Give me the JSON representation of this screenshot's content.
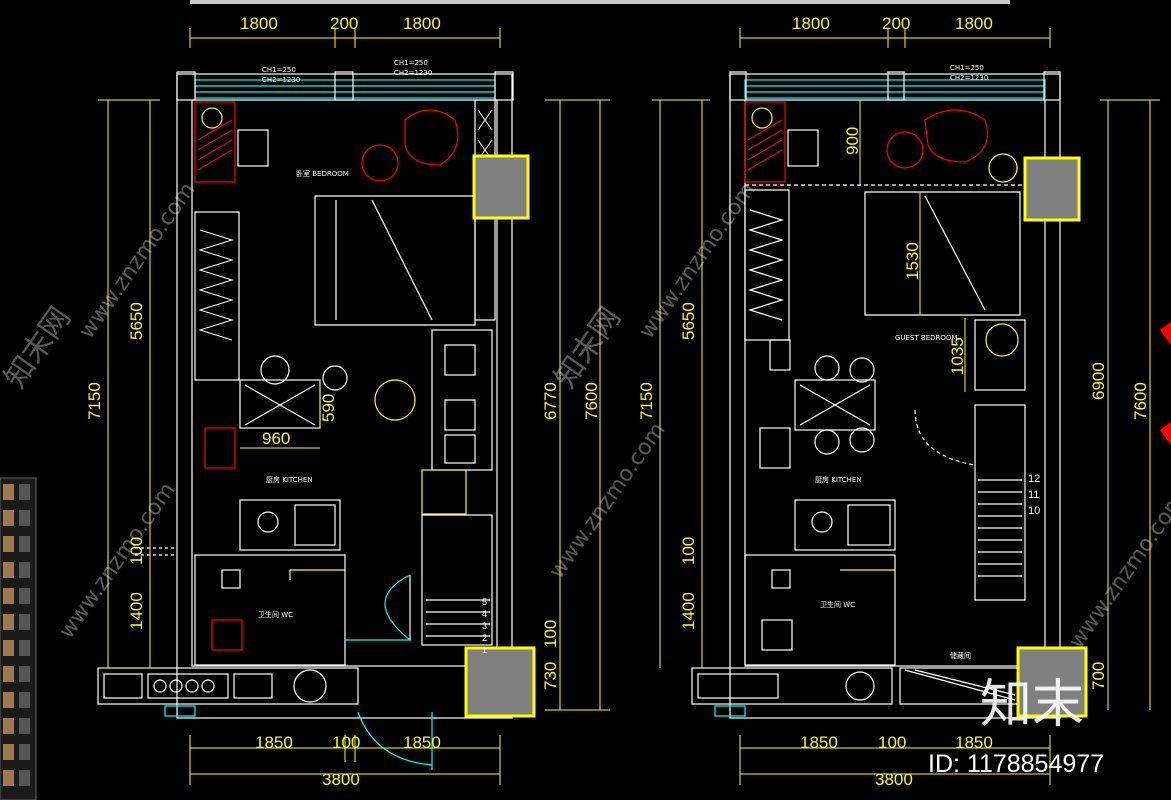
{
  "drawing": {
    "colors": {
      "background": "#000000",
      "dimension": "#ffff00",
      "wall": "#ffffff",
      "window": "#00ffff",
      "furniture": "#ffffff",
      "highlight": "#ff0000",
      "column_fill": "#808080",
      "tab_panel": "#a07a4a"
    },
    "left_plan": {
      "top_dims": [
        "1800",
        "200",
        "1800"
      ],
      "left_dims": {
        "total": "7150",
        "upper": "5650",
        "mid": "100",
        "lower": "1400"
      },
      "right_dims": {
        "total": "7600",
        "inner": "6770",
        "lower_a": "730",
        "lower_b": "100"
      },
      "bottom_dims": [
        "1850",
        "100",
        "1850"
      ],
      "bottom_total": "3800",
      "inner_dims": [
        "590",
        "960"
      ],
      "window_notes": [
        "CH1=250",
        "CH2=1230",
        "CH1=250",
        "CH2=1230"
      ],
      "room_labels": [
        "卧室 BEDROOM",
        "厨房 KITCHEN",
        "卫生间 WC"
      ],
      "stair_numbers": [
        "5",
        "4",
        "3",
        "2",
        "1"
      ]
    },
    "right_plan": {
      "top_dims": [
        "1800",
        "200",
        "1800"
      ],
      "left_dims": {
        "total": "7150",
        "upper": "5650",
        "mid": "100",
        "lower": "1400"
      },
      "right_dims": {
        "total": "7600",
        "inner": "6900",
        "lower_a": "700"
      },
      "bottom_dims": [
        "1850",
        "100",
        "1850"
      ],
      "bottom_total": "3800",
      "inner_dims": [
        "900",
        "1530",
        "1035"
      ],
      "window_notes": [
        "CH1=250",
        "CH2=1230"
      ],
      "room_labels": [
        "GUEST BEDROOM",
        "厨房 KITCHEN",
        "卫生间 WC",
        "储藏间"
      ],
      "stair_numbers": [
        "12",
        "11",
        "10"
      ]
    },
    "watermark": {
      "text": "www.znzmo.com",
      "brand": "知末网",
      "logo": "知末",
      "id_label": "ID: 1178854977"
    }
  }
}
